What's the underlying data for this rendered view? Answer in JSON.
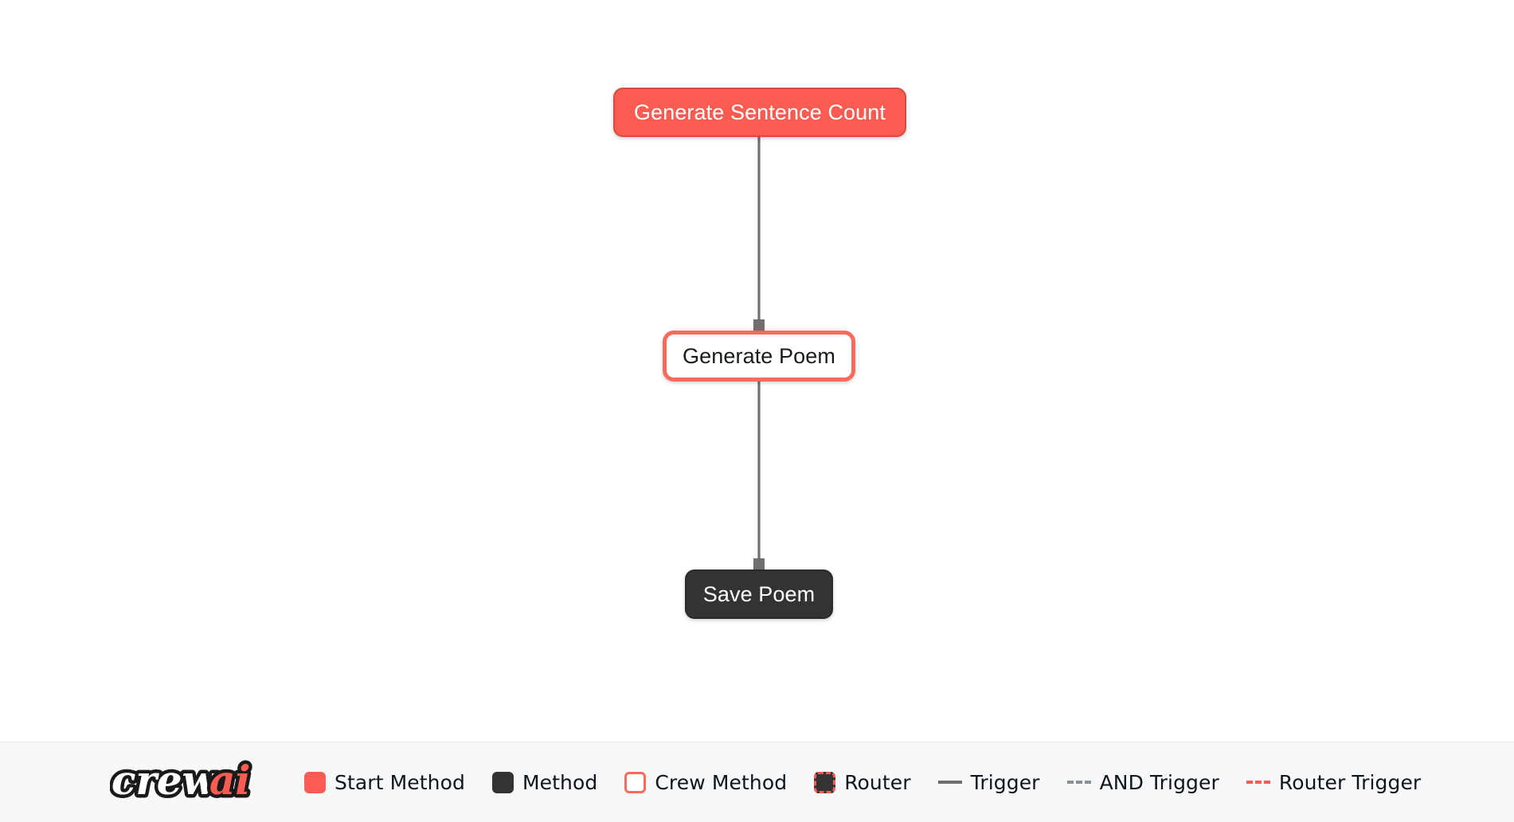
{
  "canvas": {
    "background": "#ffffff",
    "nodes": [
      {
        "id": "generate-sentence-count",
        "label": "Generate Sentence Count",
        "type": "start-method",
        "color": "#fa5c51"
      },
      {
        "id": "generate-poem",
        "label": "Generate Poem",
        "type": "crew-method",
        "color": "#fa6a5d"
      },
      {
        "id": "save-poem",
        "label": "Save Poem",
        "type": "method",
        "color": "#333333"
      }
    ],
    "edges": [
      {
        "from": "generate-sentence-count",
        "to": "generate-poem",
        "type": "trigger",
        "color": "#6f6f6f"
      },
      {
        "from": "generate-poem",
        "to": "save-poem",
        "type": "trigger",
        "color": "#6f6f6f"
      }
    ]
  },
  "legend": {
    "logo_text_primary": "crew",
    "logo_text_accent": "ai",
    "background": "#f7f8fa",
    "items": [
      {
        "name": "start-method",
        "label": "Start Method",
        "icon": "filled-square-coral",
        "color": "#fa5c51"
      },
      {
        "name": "method",
        "label": "Method",
        "icon": "filled-square-dark",
        "color": "#333333"
      },
      {
        "name": "crew-method",
        "label": "Crew Method",
        "icon": "outlined-square-coral",
        "color": "#fa6a5d"
      },
      {
        "name": "router",
        "label": "Router",
        "icon": "dashed-square-dark",
        "color": "#333333"
      },
      {
        "name": "trigger",
        "label": "Trigger",
        "icon": "solid-line-gray",
        "color": "#6f6f6f"
      },
      {
        "name": "and-trigger",
        "label": "AND Trigger",
        "icon": "dashed-line-gray",
        "color": "#8a8f96"
      },
      {
        "name": "router-trigger",
        "label": "Router Trigger",
        "icon": "dashed-line-coral",
        "color": "#fa5c51"
      }
    ]
  }
}
